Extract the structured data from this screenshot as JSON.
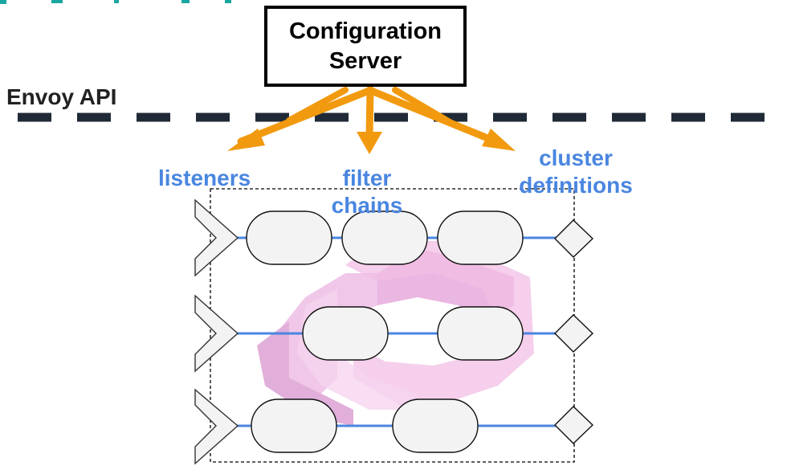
{
  "server": {
    "line1": "Configuration",
    "line2": "Server"
  },
  "api_label": "Envoy API",
  "labels": {
    "listeners": "listeners",
    "filter_chains": [
      "filter",
      "chains"
    ],
    "cluster_definitions": [
      "cluster",
      "definitions"
    ]
  },
  "colors": {
    "arrow": "#f29a0f",
    "label_blue": "#4a86e0",
    "connector_blue": "#4a86e0",
    "dashed_line": "#1f2a36",
    "watermark": "#e07ac8",
    "node_fill": "#f3f3f3",
    "top_accent": "#1aa6a0"
  },
  "rows": [
    {
      "filters": 3
    },
    {
      "filters": 2
    },
    {
      "filters": 2
    }
  ],
  "icons": [
    "listener-chevron-icon",
    "cluster-diamond-icon",
    "envoy-logo-watermark"
  ]
}
